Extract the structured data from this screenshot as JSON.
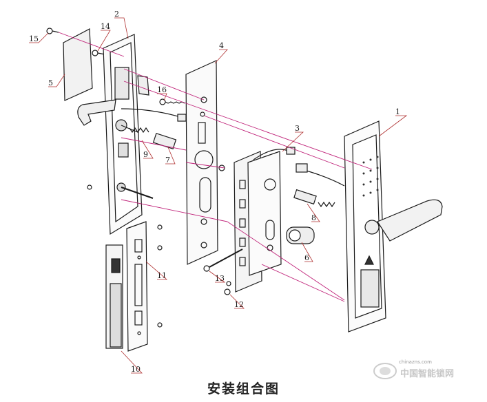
{
  "caption": "安装组合图",
  "part_numbers": {
    "p1": "1",
    "p2": "2",
    "p3": "3",
    "p4": "4",
    "p5": "5",
    "p6": "6",
    "p7": "7",
    "p8": "8",
    "p9": "9",
    "p10": "10",
    "p11": "11",
    "p12": "12",
    "p13": "13",
    "p14": "14",
    "p15": "15",
    "p16": "16"
  },
  "watermark": {
    "small": "chinazns.com",
    "main": "中国智能锁网"
  },
  "colors": {
    "line": "#1a1a1a",
    "leader": "#c0247a",
    "label_line": "#b03030"
  }
}
